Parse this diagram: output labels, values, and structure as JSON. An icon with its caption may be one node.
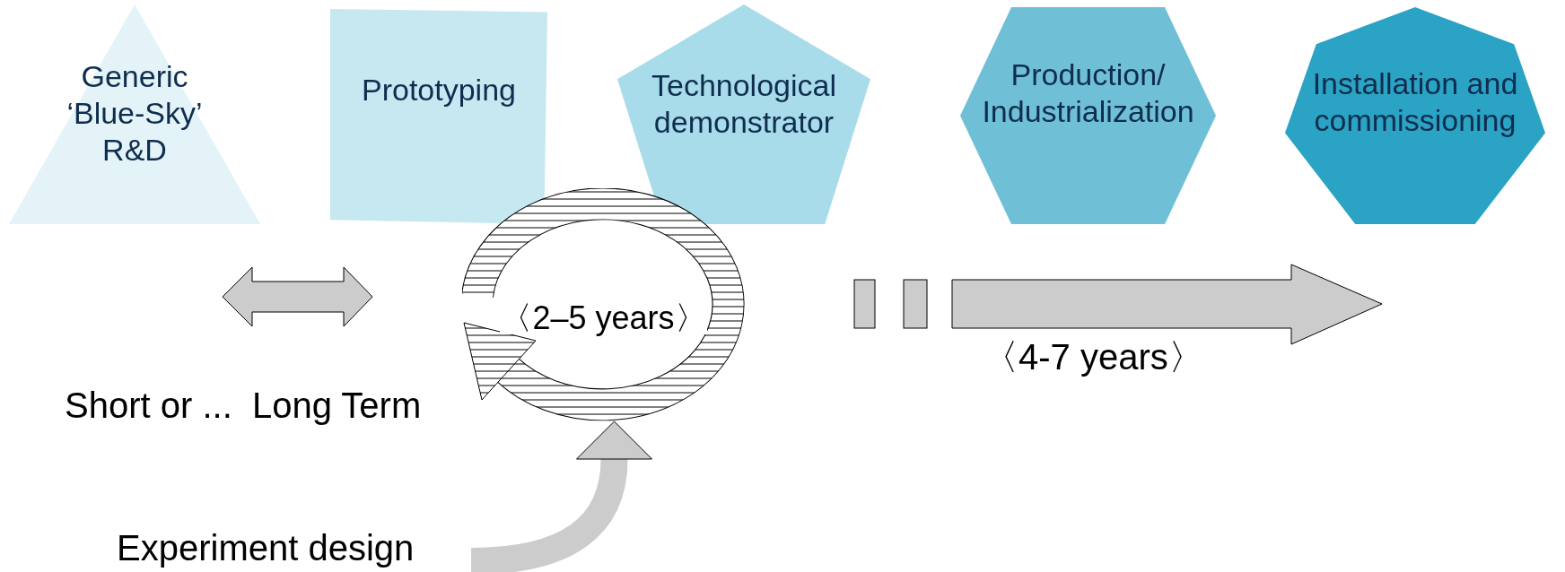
{
  "diagram": {
    "nodes": [
      {
        "text": [
          "Generic ‘Blue-Sky’ R&D"
        ]
      },
      {
        "text": [
          "Prototyping"
        ]
      },
      {
        "text": [
          "Technological demonstrator"
        ]
      },
      {
        "text": [
          "Production/ Industrialization"
        ]
      },
      {
        "text": [
          "Installation and commissioning"
        ]
      },
      {
        "text": [
          "Experiment design"
        ]
      },
      {
        "text": [
          "〈2–5 years〉"
        ]
      }
    ],
    "edges": [
      {
        "from": 5,
        "to": 6,
        "arrow": "to"
      }
    ],
    "labels": [
      "Short or ...  Long Term",
      "〈4-7 years〉"
    ]
  }
}
